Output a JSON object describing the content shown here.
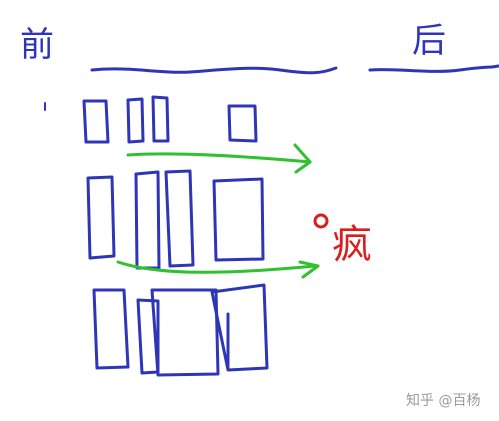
{
  "labels": {
    "front": "前",
    "back": "后",
    "crazy": "疯"
  },
  "watermark": {
    "text": "知乎 @百杨"
  },
  "colors": {
    "ink_blue": "#2f35b7",
    "ink_green": "#2fc12f",
    "ink_red": "#d61f1f",
    "watermark_gray": "#9a9a9a"
  }
}
